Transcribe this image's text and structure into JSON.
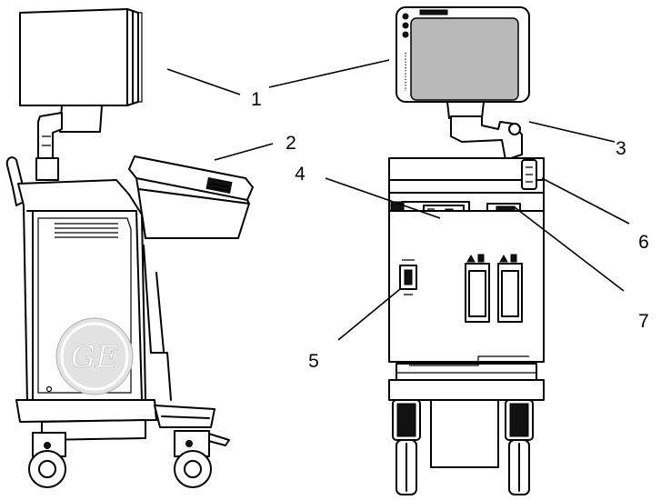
{
  "diagram": {
    "callouts": [
      "1",
      "2",
      "3",
      "4",
      "5",
      "6",
      "7"
    ],
    "logo_text": "GE",
    "colors": {
      "line": "#000000",
      "background": "#ffffff",
      "monitor_screen": "#b9b9b9",
      "logo_mark": "#e2e2e2"
    }
  }
}
